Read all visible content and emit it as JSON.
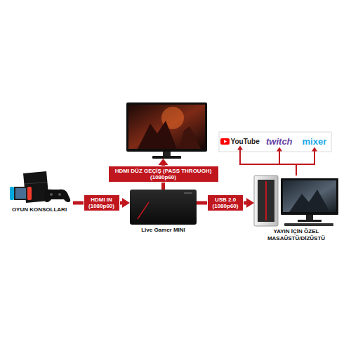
{
  "diagram": {
    "nodes": [
      {
        "text": []
      },
      {
        "text": [
          "YouTube"
        ]
      },
      {
        "text": [
          "twitch"
        ]
      },
      {
        "text": [
          "mixer"
        ]
      },
      {
        "text": [
          "OYUN KONSOLLARI"
        ]
      },
      {
        "text": [
          "Live Gamer MINI"
        ]
      },
      {
        "text": [
          "YAYIN İÇİN ÖZEL MASAÜSTÜ/DİZÜSTÜ"
        ]
      }
    ],
    "edges": [
      {
        "from": 4,
        "to": 5,
        "arrow": "to",
        "label": "HDMI IN (1080p60)"
      },
      {
        "from": 5,
        "to": 0,
        "arrow": "to",
        "label": "HDMI DÜZ GEÇİŞ (PASS THROUGH) (1080p60)"
      },
      {
        "from": 5,
        "to": 6,
        "arrow": "to",
        "label": "USB 2.0 (1080p60)"
      },
      {
        "from": 6,
        "to": 1,
        "arrow": "to"
      },
      {
        "from": 6,
        "to": 2,
        "arrow": "to"
      },
      {
        "from": 6,
        "to": 3,
        "arrow": "to"
      }
    ]
  }
}
